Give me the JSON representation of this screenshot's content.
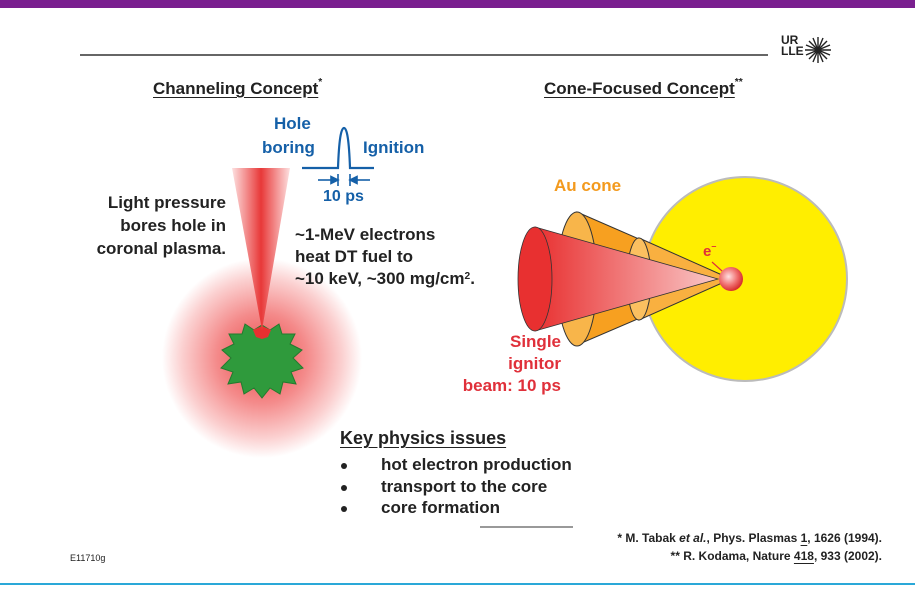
{
  "logo": {
    "line1": "UR",
    "line2": "LLE"
  },
  "left": {
    "heading": "Channeling Concept",
    "heading_mark": "*",
    "hole": "Hole",
    "boring": "boring",
    "ignition": "Ignition",
    "duration": "10 ps",
    "light_pressure": [
      "Light pressure",
      "bores hole in",
      "coronal plasma."
    ],
    "electrons": [
      "~1-MeV electrons",
      "heat DT fuel to",
      "~10 keV, ~300 mg/cm"
    ],
    "electrons_sup": "2",
    "electrons_end": "."
  },
  "right": {
    "heading": "Cone-Focused Concept",
    "heading_mark": "**",
    "au_cone": "Au cone",
    "electron": "e",
    "electron_sup": "–",
    "beam": [
      "Single",
      "ignitor",
      "beam: 10 ps"
    ]
  },
  "issues": {
    "heading": "Key physics issues",
    "items": [
      "hot electron production",
      "transport to the core",
      "core formation"
    ]
  },
  "refs": {
    "ref1": {
      "mark": "* M. Tabak ",
      "etal": "et al.",
      "mid": ", Phys. Plasmas ",
      "vol": "1",
      "tail": ", 1626 (1994)."
    },
    "ref2": {
      "mark": "** R. Kodama, Nature ",
      "vol": "418",
      "tail": ", 933 (2002)."
    }
  },
  "code": "E11710g",
  "colors": {
    "header_bar": "#7a1f8f",
    "footer_line": "#2aa8d8",
    "blue_text": "#1560a8",
    "orange_text": "#f39a1e",
    "red_text": "#e0303a",
    "fuel_green": "#2f9a3c",
    "plasma_pink": "#f07a7a",
    "capsule_yellow": "#ffee00",
    "cone_orange": "#f7a020"
  }
}
